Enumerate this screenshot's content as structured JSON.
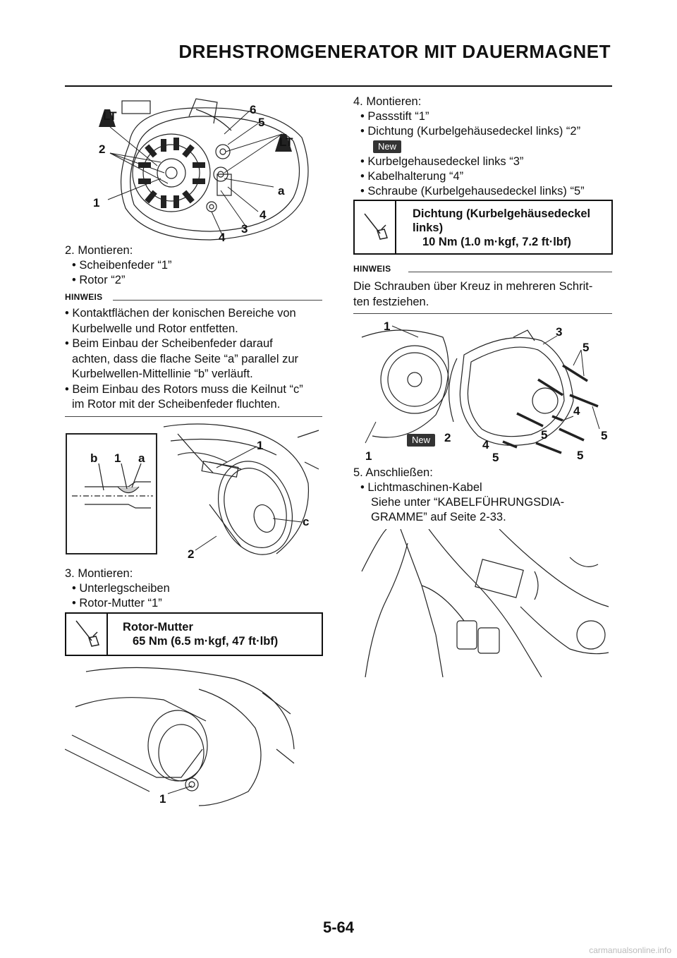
{
  "header": {
    "title": "DREHSTROMGENERATOR MIT DAUERMAGNET"
  },
  "left": {
    "fig1": {
      "labels": [
        "6",
        "5",
        "2",
        "a",
        "1",
        "4",
        "3",
        "4",
        "LT",
        "LT"
      ]
    },
    "step2": {
      "title": "2. Montieren:",
      "items": [
        "• Scheibenfeder “1”",
        "• Rotor “2”"
      ]
    },
    "note1": {
      "label": "HINWEIS",
      "lines": [
        "• Kontaktflächen der konischen Bereiche von",
        "Kurbelwelle und Rotor entfetten.",
        "• Beim Einbau der Scheibenfeder darauf",
        "achten, dass die flache Seite “a” parallel zur",
        "Kurbelwellen-Mittellinie “b” verläuft.",
        "• Beim Einbau des Rotors muss die Keilnut “c”",
        "im Rotor mit der Scheibenfeder fluchten."
      ]
    },
    "fig2": {
      "labels": [
        "b",
        "1",
        "a",
        "1",
        "c",
        "2"
      ]
    },
    "step3": {
      "title": "3. Montieren:",
      "items": [
        "• Unterlegscheiben",
        "• Rotor-Mutter “1”"
      ]
    },
    "torque1": {
      "name": "Rotor-Mutter",
      "value": "65 Nm (6.5 m·kgf, 47 ft·lbf)"
    },
    "fig3": {
      "labels": [
        "1"
      ]
    }
  },
  "right": {
    "step4": {
      "title": "4. Montieren:",
      "items": [
        "• Passstift “1”",
        "• Dichtung (Kurbelgehäusedeckel links) “2”",
        "• Kurbelgehausedeckel links “3”",
        "• Kabelhalterung “4”",
        "• Schraube (Kurbelgehausedeckel links) “5”"
      ],
      "badge": "New"
    },
    "torque2": {
      "name_line1": "Dichtung (Kurbelgehäusedeckel",
      "name_line2": "links)",
      "value": "10 Nm (1.0 m·kgf, 7.2 ft·lbf)"
    },
    "note2": {
      "label": "HINWEIS",
      "lines": [
        "Die Schrauben über Kreuz in mehreren Schrit-",
        "ten festziehen."
      ]
    },
    "fig4": {
      "labels": [
        "1",
        "3",
        "5",
        "4",
        "5",
        "5",
        "4",
        "5",
        "5",
        "2",
        "1"
      ],
      "badge": "New"
    },
    "step5": {
      "title": "5. Anschließen:",
      "items": [
        "• Lichtmaschinen-Kabel",
        "Siehe unter “KABELFÜHRUNGSDIA-",
        "GRAMME” auf Seite 2-33."
      ]
    }
  },
  "footer": {
    "page": "5-64"
  },
  "watermark": "carmanualsonline.info"
}
